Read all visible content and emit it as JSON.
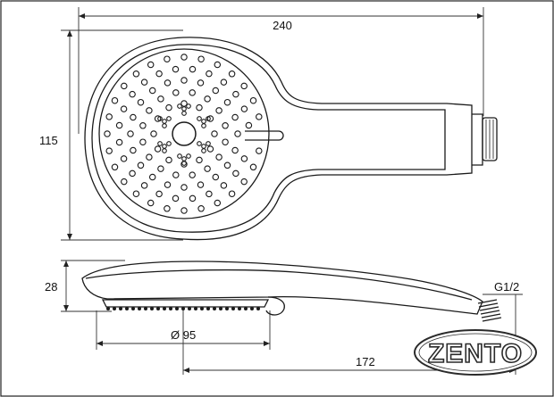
{
  "dimensions": {
    "total_length": "240",
    "head_height": "115",
    "head_thickness": "28",
    "thread": "G1/2",
    "face_diameter": "Ø 95",
    "handle_length": "172"
  },
  "logo": {
    "text": "ZENTO",
    "color": "#2a2a2a"
  },
  "colors": {
    "line": "#1a1a1a",
    "background": "#ffffff"
  }
}
